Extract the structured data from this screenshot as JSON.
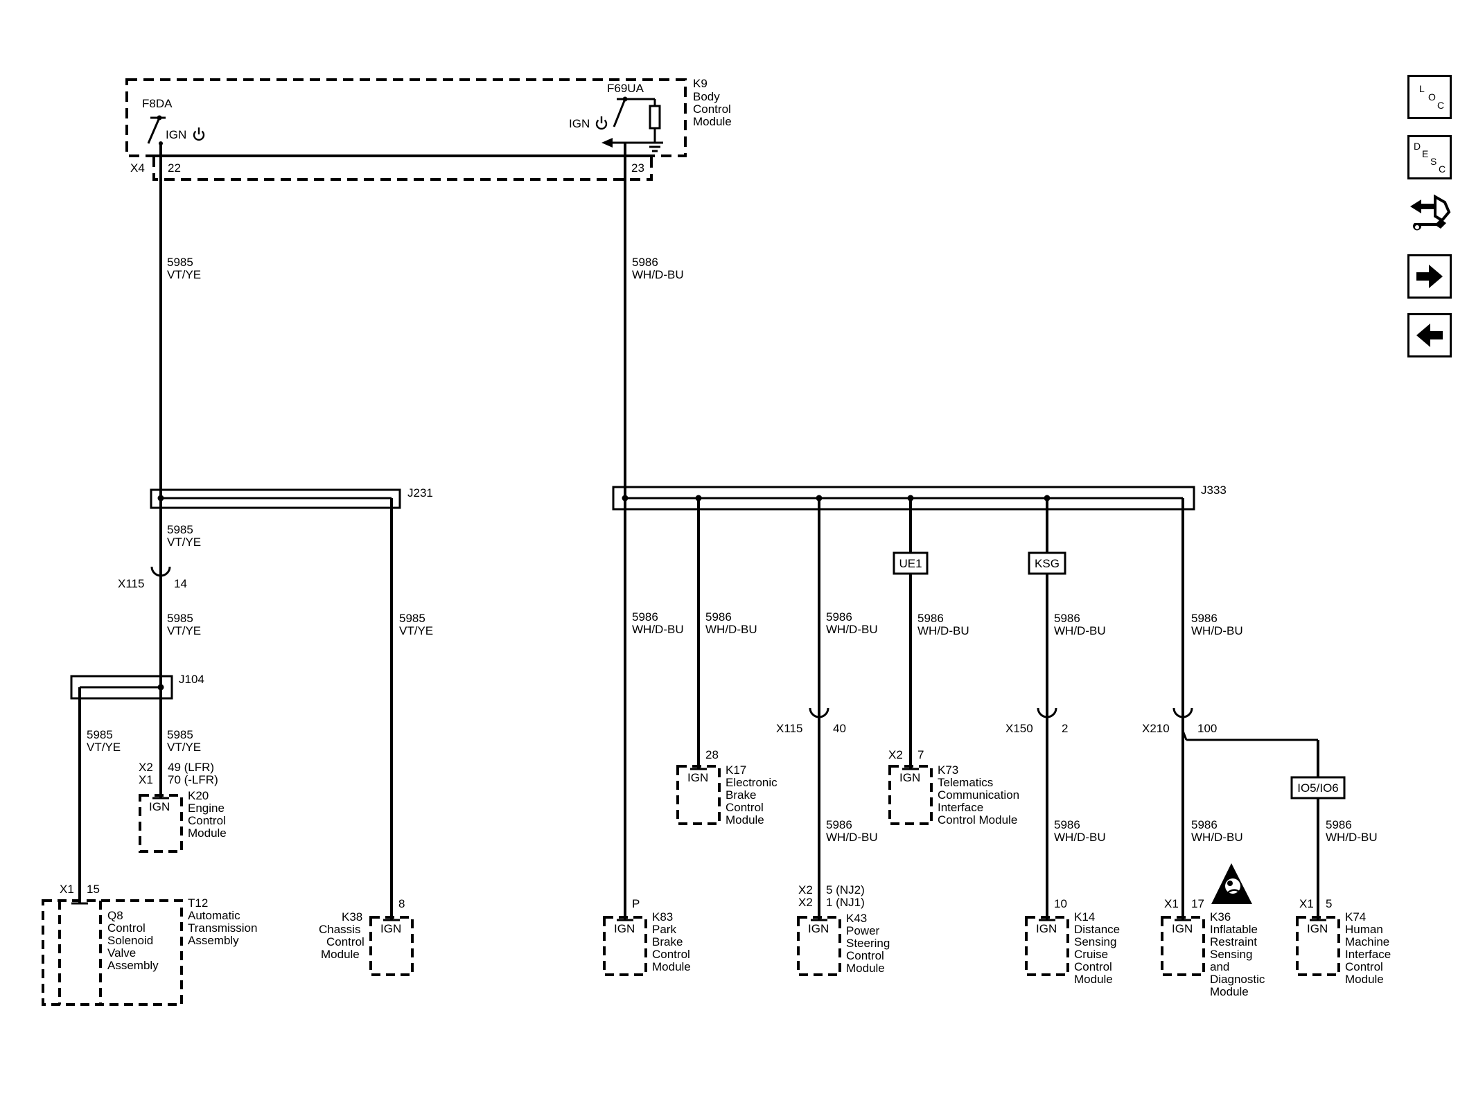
{
  "modules": {
    "k9": {
      "id": "K9",
      "l1": "Body",
      "l2": "Control",
      "l3": "Module"
    },
    "k20": {
      "id": "K20",
      "l1": "Engine",
      "l2": "Control",
      "l3": "Module"
    },
    "t12": {
      "id": "T12",
      "l1": "Automatic",
      "l2": "Transmission",
      "l3": "Assembly"
    },
    "q8": {
      "id": "Q8",
      "l1": "Control",
      "l2": "Solenoid",
      "l3": "Valve",
      "l4": "Assembly"
    },
    "k38": {
      "id": "K38",
      "l1": "Chassis",
      "l2": "Control",
      "l3": "Module"
    },
    "k83": {
      "id": "K83",
      "l1": "Park",
      "l2": "Brake",
      "l3": "Control",
      "l4": "Module"
    },
    "k17": {
      "id": "K17",
      "l1": "Electronic",
      "l2": "Brake",
      "l3": "Control",
      "l4": "Module"
    },
    "k43": {
      "id": "K43",
      "l1": "Power",
      "l2": "Steering",
      "l3": "Control",
      "l4": "Module"
    },
    "k73": {
      "id": "K73",
      "l1": "Telematics",
      "l2": "Communication",
      "l3": "Interface",
      "l4": "Control Module"
    },
    "k14": {
      "id": "K14",
      "l1": "Distance",
      "l2": "Sensing",
      "l3": "Cruise",
      "l4": "Control",
      "l5": "Module"
    },
    "k36": {
      "id": "K36",
      "l1": "Inflatable",
      "l2": "Restraint",
      "l3": "Sensing",
      "l4": "and",
      "l5": "Diagnostic",
      "l6": "Module"
    },
    "k74": {
      "id": "K74",
      "l1": "Human",
      "l2": "Machine",
      "l3": "Interface",
      "l4": "Control",
      "l5": "Module"
    }
  },
  "fuses": {
    "f8da": "F8DA",
    "f69ua": "F69UA"
  },
  "ign": "IGN",
  "splices": {
    "j231": "J231",
    "j333": "J333",
    "j104": "J104"
  },
  "options": {
    "ue1": "UE1",
    "ksg": "KSG",
    "io5": "IO5/IO6"
  },
  "wires": {
    "circuit_a": "5985",
    "color_a": "VT/YE",
    "circuit_b": "5986",
    "color_b": "WH/D-BU"
  },
  "connectors": {
    "x4": "X4",
    "x4_pin_a": "22",
    "x4_pin_b": "23",
    "x115": "X115",
    "x115_pin_a": "14",
    "x115_pin_b": "40",
    "x150": "X150",
    "x150_pin": "2",
    "x210": "X210",
    "x210_pin": "100",
    "x1": "X1",
    "x2": "X2",
    "k20_pin_a": "49 (LFR)",
    "k20_pin_b": "70 (-LFR)",
    "t12_pin": "15",
    "k38_pin": "8",
    "k83_pin": "P",
    "k17_pin": "28",
    "k43_pin_a": "5 (NJ2)",
    "k43_pin_b": "1 (NJ1)",
    "k73_pin": "7",
    "k14_pin": "10",
    "k36_pin": "17",
    "k74_pin": "5"
  },
  "nav": {
    "loc": {
      "l": "L",
      "o": "O",
      "c": "C"
    },
    "desc": {
      "d": "D",
      "e": "E",
      "s": "S",
      "c": "C"
    },
    "icons": [
      "loc-icon",
      "desc-icon",
      "connector-wrench-icon",
      "arrow-right-icon",
      "arrow-left-icon"
    ]
  }
}
